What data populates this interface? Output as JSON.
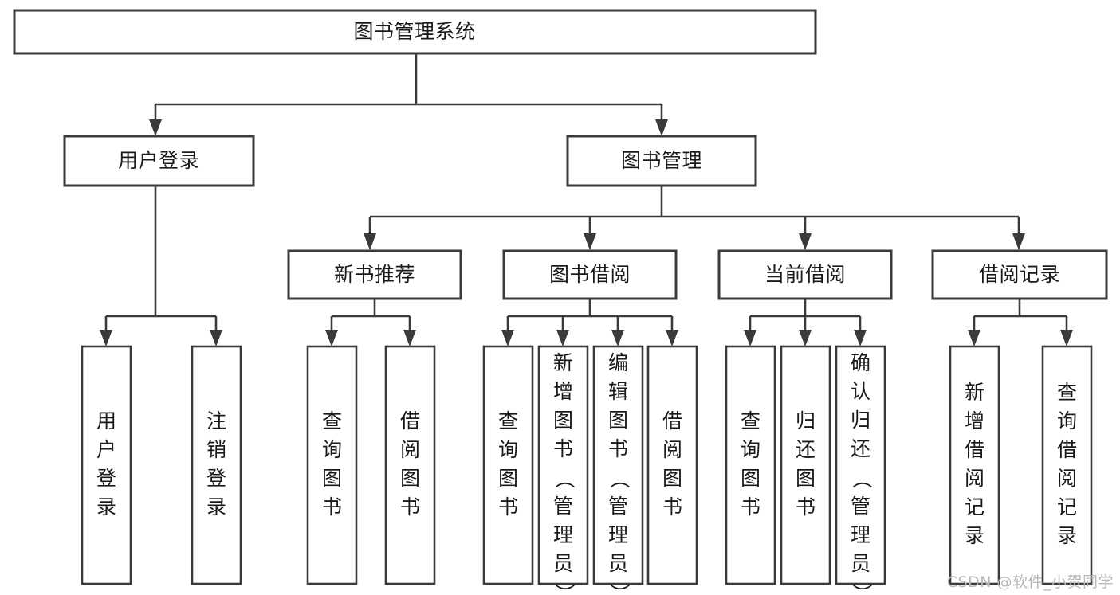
{
  "diagram": {
    "type": "tree",
    "title": "图书管理系统",
    "root": {
      "id": "root",
      "label": "图书管理系统",
      "orientation": "horizontal"
    },
    "level2": [
      {
        "id": "user-login",
        "label": "用户登录",
        "orientation": "horizontal"
      },
      {
        "id": "book-manage",
        "label": "图书管理",
        "orientation": "horizontal"
      }
    ],
    "level3": [
      {
        "id": "new-book-recommend",
        "label": "新书推荐",
        "orientation": "horizontal",
        "parent": "book-manage"
      },
      {
        "id": "book-borrow",
        "label": "图书借阅",
        "orientation": "horizontal",
        "parent": "book-manage"
      },
      {
        "id": "current-borrow",
        "label": "当前借阅",
        "orientation": "horizontal",
        "parent": "book-manage"
      },
      {
        "id": "borrow-record",
        "label": "借阅记录",
        "orientation": "horizontal",
        "parent": "book-manage"
      }
    ],
    "leaves": [
      {
        "id": "leaf-user-login",
        "label": "用户登录",
        "orientation": "vertical",
        "parent": "user-login"
      },
      {
        "id": "leaf-user-logout",
        "label": "注销登录",
        "orientation": "vertical",
        "parent": "user-login"
      },
      {
        "id": "leaf-query-book-1",
        "label": "查询图书",
        "orientation": "vertical",
        "parent": "new-book-recommend"
      },
      {
        "id": "leaf-borrow-book-1",
        "label": "借阅图书",
        "orientation": "vertical",
        "parent": "new-book-recommend"
      },
      {
        "id": "leaf-query-book-2",
        "label": "查询图书",
        "orientation": "vertical",
        "parent": "book-borrow"
      },
      {
        "id": "leaf-add-book",
        "label": "新增图书（管理员）",
        "orientation": "vertical",
        "parent": "book-borrow"
      },
      {
        "id": "leaf-edit-book",
        "label": "编辑图书（管理员）",
        "orientation": "vertical",
        "parent": "book-borrow"
      },
      {
        "id": "leaf-borrow-book-2",
        "label": "借阅图书",
        "orientation": "vertical",
        "parent": "book-borrow"
      },
      {
        "id": "leaf-query-book-3",
        "label": "查询图书",
        "orientation": "vertical",
        "parent": "current-borrow"
      },
      {
        "id": "leaf-return-book",
        "label": "归还图书",
        "orientation": "vertical",
        "parent": "current-borrow"
      },
      {
        "id": "leaf-confirm-return",
        "label": "确认归还（管理员）",
        "orientation": "vertical",
        "parent": "current-borrow"
      },
      {
        "id": "leaf-add-record",
        "label": "新增借阅记录",
        "orientation": "vertical",
        "parent": "borrow-record"
      },
      {
        "id": "leaf-query-record",
        "label": "查询借阅记录",
        "orientation": "vertical",
        "parent": "borrow-record"
      }
    ],
    "colors": {
      "stroke": "#3a3a3a",
      "fill": "#ffffff",
      "text": "#1a1a1a",
      "watermark": "#b9b9b9"
    }
  },
  "watermark": {
    "text": "CSDN @软件_小贺同学"
  }
}
